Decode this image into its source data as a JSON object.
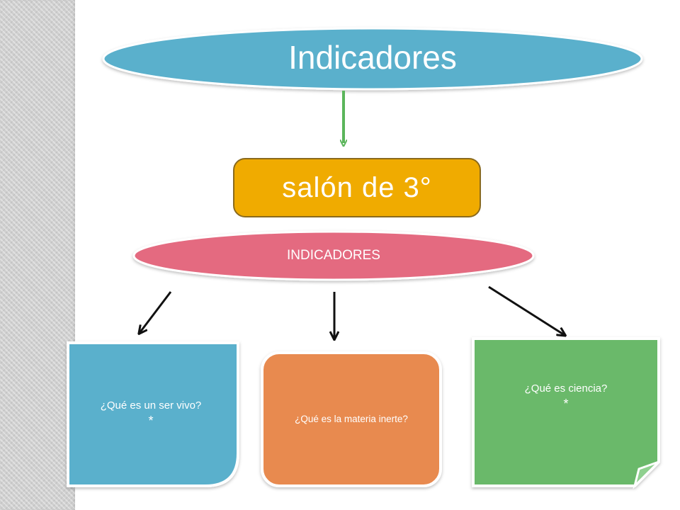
{
  "diagram": {
    "title": "Indicadores",
    "subtitle": "salón de 3°",
    "group_label": "INDICADORES",
    "cards": [
      {
        "text": "¿Qué es un ser vivo?",
        "marker": "*"
      },
      {
        "text": "¿Qué es la materia inerte?",
        "marker": ""
      },
      {
        "text": "¿Qué es ciencia?",
        "marker": "*"
      }
    ]
  },
  "colors": {
    "title_oval": "#5ab0cc",
    "subtitle_box": "#f0ab00",
    "group_oval": "#e46b80",
    "card_blue": "#5ab0cc",
    "card_orange": "#e88a50",
    "card_green": "#6ab96a",
    "green_arrow": "#5bb55b",
    "black_arrow": "#111111"
  }
}
